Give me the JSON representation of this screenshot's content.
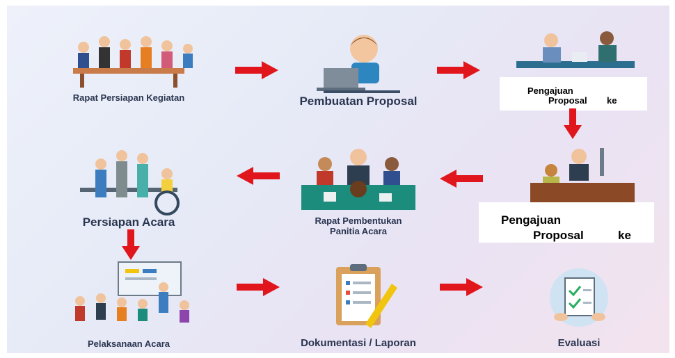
{
  "steps": [
    {
      "id": "rapat-persiapan",
      "label": "Rapat Persiapan Kegiatan"
    },
    {
      "id": "pembuatan-proposal",
      "label": "Pembuatan Proposal"
    },
    {
      "id": "pengajuan-1",
      "line1": "Pengajuan",
      "line2": "Proposal",
      "line3": "ke"
    },
    {
      "id": "pengajuan-2",
      "line1": "Pengajuan",
      "line2": "Proposal",
      "line3": "ke"
    },
    {
      "id": "rapat-pembentukan",
      "line1": "Rapat Pembentukan",
      "line2": "Panitia Acara"
    },
    {
      "id": "persiapan-acara",
      "label": "Persiapan Acara"
    },
    {
      "id": "pelaksanaan-acara",
      "label": "Pelaksanaan Acara"
    },
    {
      "id": "dokumentasi",
      "label": "Dokumentasi / Laporan"
    },
    {
      "id": "evaluasi",
      "label": "Evaluasi"
    }
  ],
  "colors": {
    "arrow": "#e1151c",
    "caption": "#2a3550",
    "box": "#ffffff"
  }
}
